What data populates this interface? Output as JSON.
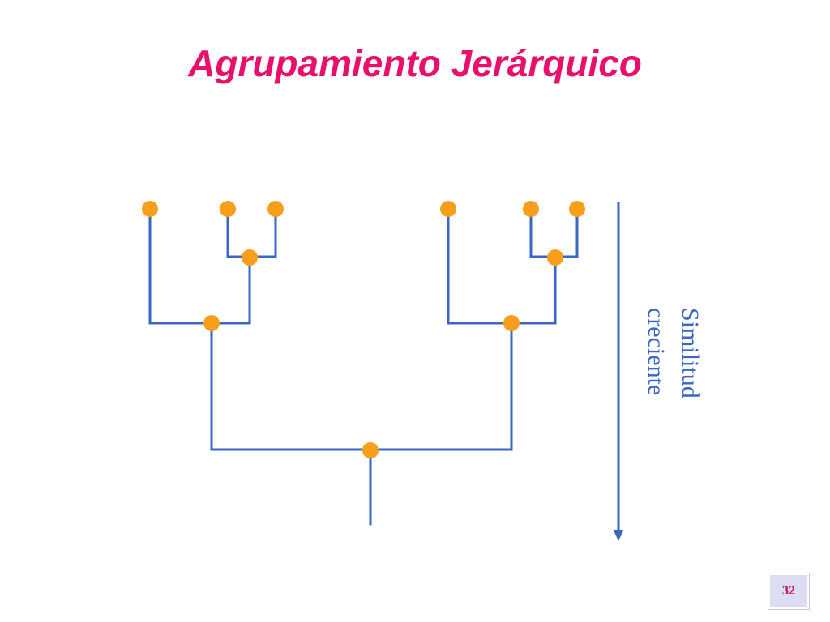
{
  "slide": {
    "title": "Agrupamiento Jerárquico",
    "page_number": "32"
  },
  "diagram": {
    "axis_label_line1": "Similitud",
    "axis_label_line2": "creciente",
    "leaf_count": 6,
    "merge_node_count": 5
  },
  "colors": {
    "title": "#e8106c",
    "edge": "#3a66c4",
    "node": "#f79e1b",
    "arrow": "#3a66c4",
    "axis_text": "#3a66c4",
    "page_number_text": "#c0104f"
  }
}
